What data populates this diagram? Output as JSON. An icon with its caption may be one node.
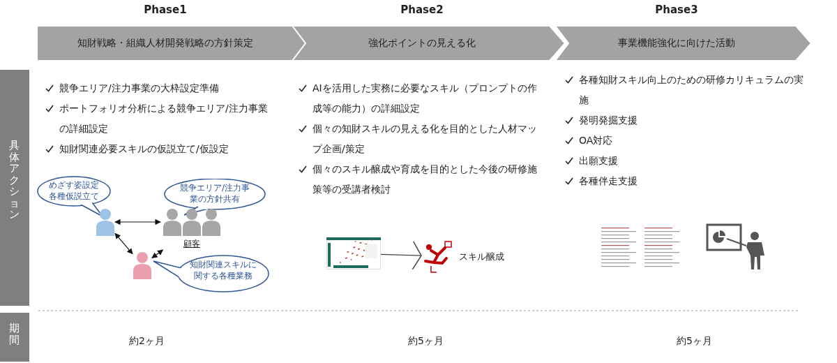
{
  "diagram": {
    "nodes": [
      {
        "text": [
          "Phase1",
          "知財戦略・組織人材開発戦略の方針策定"
        ]
      },
      {
        "text": [
          "Phase2",
          "強化ポイントの見える化"
        ]
      },
      {
        "text": [
          "Phase3",
          "事業機能強化に向けた活動"
        ]
      },
      {
        "text": [
          "具体アクション"
        ]
      },
      {
        "text": [
          "期間"
        ]
      },
      {
        "text": [
          "めざす姿設定各種仮説立て"
        ]
      },
      {
        "text": [
          "競争エリア/注力事業の方針共有"
        ]
      },
      {
        "text": [],
        "shape": "person"
      },
      {
        "text": [
          "顧客"
        ]
      },
      {
        "text": [],
        "shape": "person"
      },
      {
        "text": [
          "知財関連スキルに関する各種業務"
        ]
      },
      {
        "text": [],
        "shape": "picture"
      },
      {
        "text": [],
        "shape": "picture",
        "beside": [
          "スキル醸成"
        ]
      },
      {
        "text": [],
        "shape": "picture"
      },
      {
        "text": [],
        "shape": "picture"
      }
    ],
    "edges": [
      {
        "from": 7,
        "to": 8,
        "arrow": "both"
      },
      {
        "from": 7,
        "to": 9,
        "arrow": "both"
      },
      {
        "from": 8,
        "to": 9,
        "arrow": "both"
      },
      {
        "from": 11,
        "to": 12,
        "arrow": "to",
        "color": "#444444"
      }
    ],
    "labels": [
      "競争エリア/注力事業の大枠設定準備",
      "ポートフォリオ分析による競争エリア/注力事業の詳細設定",
      "知財関連必要スキルの仮説立て/仮設定",
      "AIを活用した実務に必要なスキル（プロンプトの作成等の能力）の詳細設定",
      "個々の知財スキルの見える化を目的とした人材マップ企画/策定",
      "個々のスキル醸成や育成を目的とした今後の研修施策等の受講者検討",
      "各種知財スキル向上のための研修カリキュラムの実施",
      "発明発掘支援",
      "OA対応",
      "出願支援",
      "各種伴走支援",
      "約2ヶ月",
      "約5ヶ月",
      "約5ヶ月"
    ]
  }
}
